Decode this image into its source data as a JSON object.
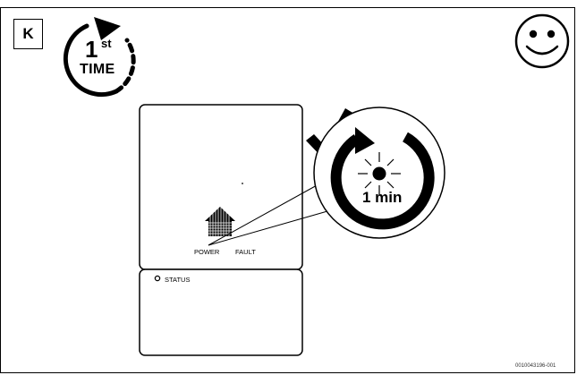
{
  "step": {
    "letter": "K"
  },
  "first_time": {
    "number": "1",
    "suffix": "st",
    "label": "TIME"
  },
  "device": {
    "power_label": "POWER",
    "fault_label": "FAULT",
    "status_label": "STATUS"
  },
  "timer": {
    "label": "1 min"
  },
  "figure_code": "0010043196-001",
  "icons": [
    "smiley-icon",
    "checkmark-icon",
    "house-icon",
    "sun-led-icon",
    "circular-arrow-icon"
  ]
}
